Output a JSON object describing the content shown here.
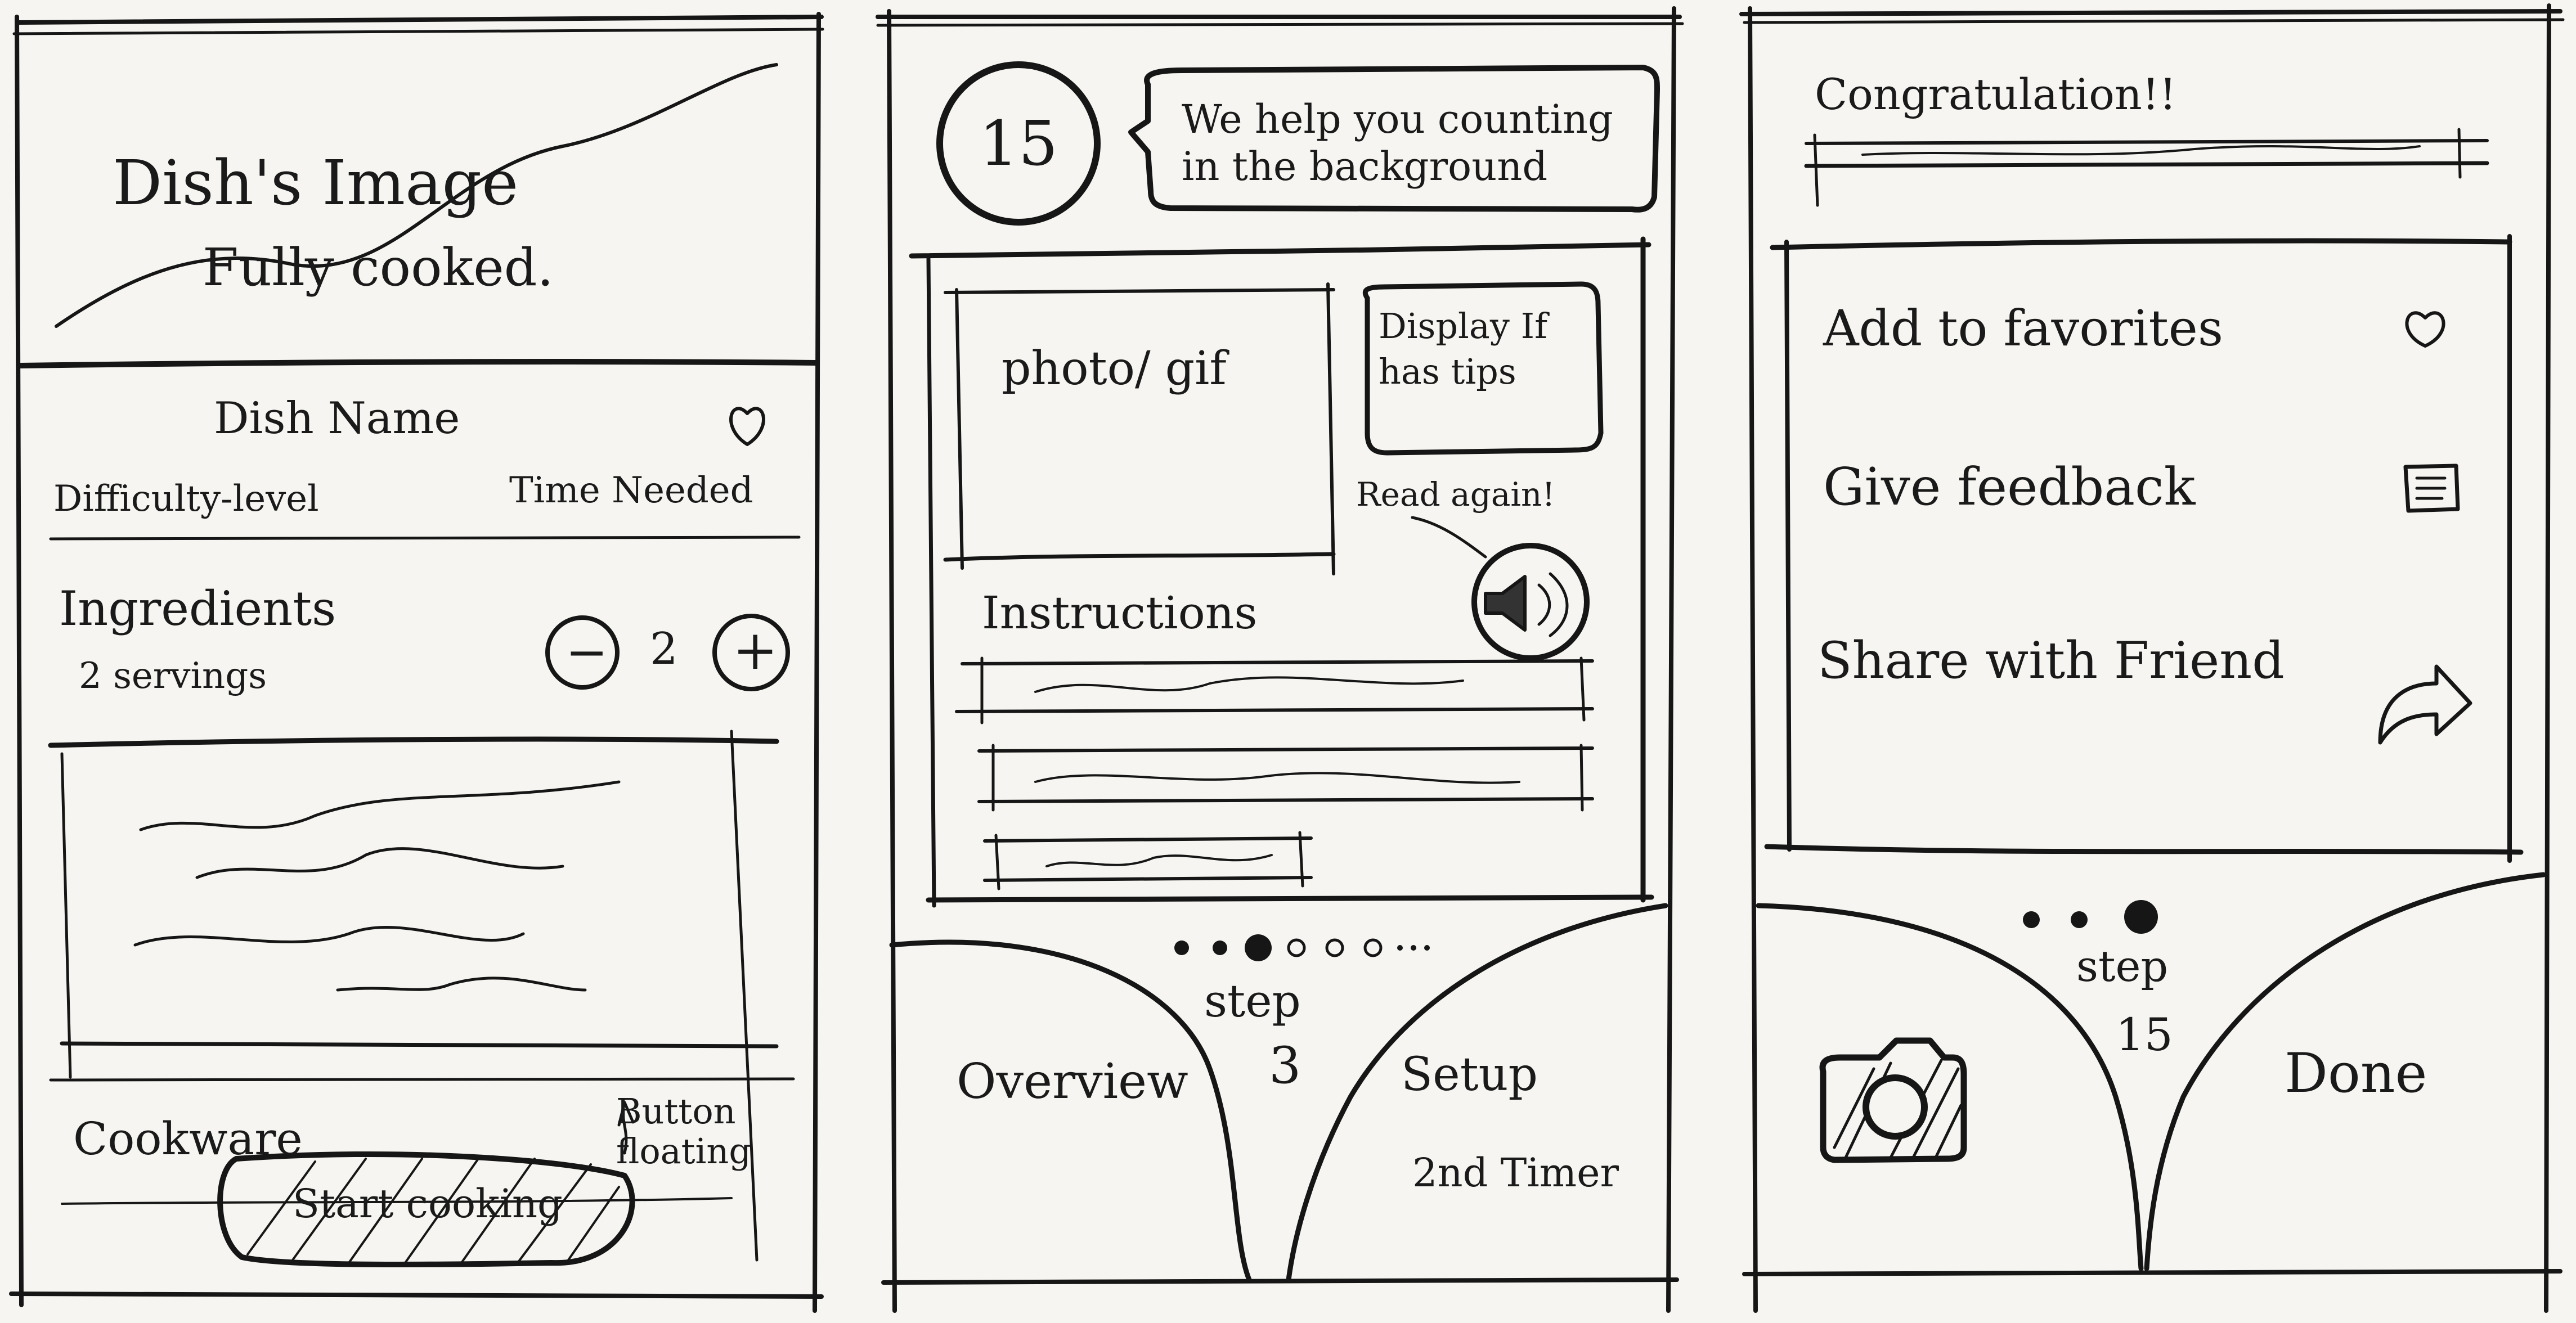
{
  "screens": {
    "detail": {
      "image_title": "Dish's Image",
      "image_subtitle": "Fully cooked.",
      "dish_name": "Dish Name",
      "difficulty": "Difficulty-level",
      "time": "Time Needed",
      "ingredients_label": "Ingredients",
      "servings_label": "2 servings",
      "servings_count": "2",
      "minus_label": "−",
      "plus_label": "+",
      "cookware_label": "Cookware",
      "start_button": "Start cooking",
      "note_button_floating": "Button floating",
      "favorite_icon": "heart-icon"
    },
    "step": {
      "timer_value": "15",
      "timer_message": "We help you counting in the background",
      "media_label": "photo/ gif",
      "tips_label": "Display If has tips",
      "read_again_label": "Read again!",
      "instructions_label": "Instructions",
      "pagination": {
        "count": 6,
        "active": 3
      },
      "step_label": "step",
      "step_number": "3",
      "overview_label": "Overview",
      "setup_label": "Setup",
      "second_timer_label": "2nd Timer",
      "speaker_icon": "speaker-icon"
    },
    "done": {
      "congrats": "Congratulation!!",
      "favorites_label": "Add to favorites",
      "feedback_label": "Give feedback",
      "share_label": "Share with Friend",
      "pagination": {
        "count": 3,
        "active": 3
      },
      "step_label": "step",
      "step_number": "15",
      "done_label": "Done",
      "camera_icon": "camera-icon",
      "share_icon": "share-arrow-icon",
      "feedback_icon": "note-icon",
      "heart_icon": "heart-icon"
    }
  }
}
